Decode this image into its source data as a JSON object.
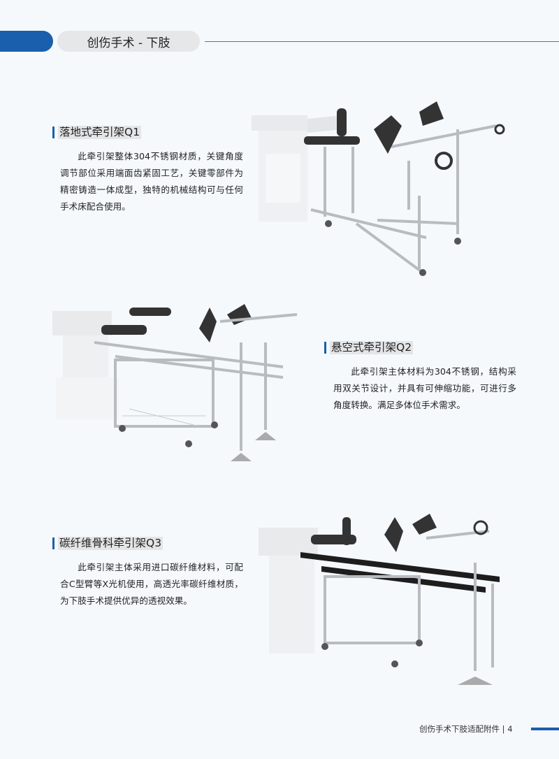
{
  "header": {
    "title": "创伤手术 - 下肢"
  },
  "sections": [
    {
      "title": "落地式牵引架Q1",
      "body": "此牵引架整体304不锈钢材质，关键角度调节部位采用端面齿紧固工艺，关键零部件为精密铸造一体成型，独特的机械结构可与任何手术床配合使用。"
    },
    {
      "title": "悬空式牵引架Q2",
      "body": "此牵引架主体材料为304不锈钢，结构采用双关节设计，并具有可伸缩功能，可进行多角度转换。满足多体位手术需求。"
    },
    {
      "title": "碳纤维骨科牵引架Q3",
      "body": "此牵引架主体采用进口碳纤维材料，可配合C型臂等X光机使用，高透光率碳纤维材质，为下肢手术提供优异的透视效果。"
    }
  ],
  "footer": {
    "text": "创伤手术下肢适配附件",
    "page": "4"
  },
  "colors": {
    "accent": "#1a5fad",
    "background": "#f5f9fc"
  }
}
